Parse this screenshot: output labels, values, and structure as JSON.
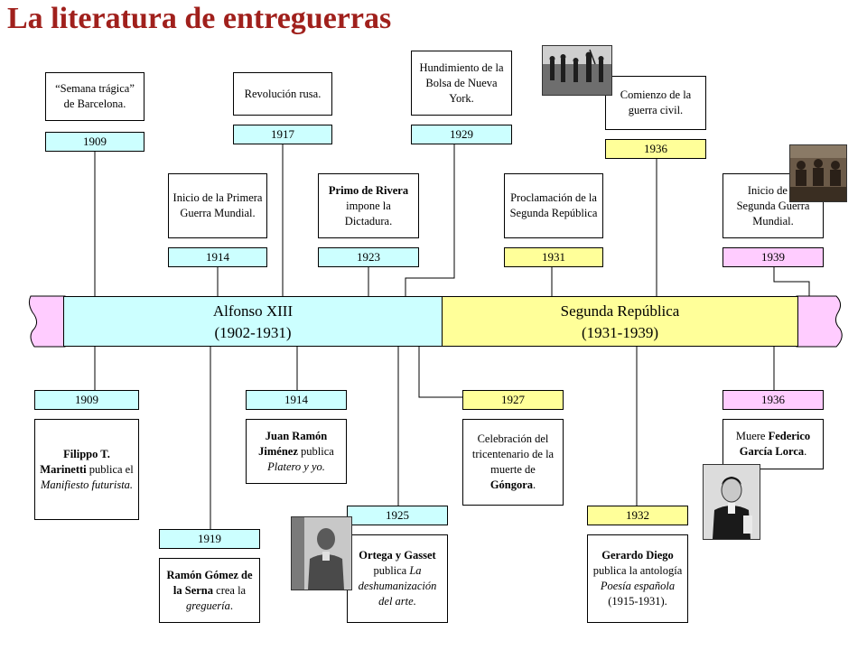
{
  "title": "La literatura de entreguerras",
  "eras": [
    {
      "name": "Alfonso XIII",
      "dates": "(1902-1931)"
    },
    {
      "name": "Segunda República",
      "dates": "(1931-1939)"
    }
  ],
  "history_events": {
    "e1909": {
      "year": "1909",
      "text": "“Semana trágica” de Barcelona."
    },
    "e1914": {
      "year": "1914",
      "text": "Inicio de la Primera Guerra Mundial."
    },
    "e1917": {
      "year": "1917",
      "text": "Revolución rusa."
    },
    "e1923": {
      "year": "1923",
      "bold": "Primo de Rivera",
      "rest": " impone la Dictadura."
    },
    "e1929": {
      "year": "1929",
      "text": "Hundimiento de la Bolsa de Nueva York."
    },
    "e1931": {
      "year": "1931",
      "text": "Proclamación de la Segunda República"
    },
    "e1936": {
      "year": "1936",
      "text": "Comienzo de la guerra civil."
    },
    "e1939": {
      "year": "1939",
      "text": "Inicio de la Segunda Guerra Mundial."
    }
  },
  "literary_events": {
    "l1909": {
      "year": "1909",
      "bold": "Filippo T. Marinetti",
      "mid": " publica el ",
      "ital": "Manifiesto futurista."
    },
    "l1919": {
      "year": "1919",
      "bold": "Ramón Gómez de la Serna",
      "mid": " crea la ",
      "ital": "greguería",
      "end": "."
    },
    "l1914": {
      "year": "1914",
      "bold": "Juan Ramón Jiménez",
      "mid": " publica ",
      "ital": "Platero y yo."
    },
    "l1925": {
      "year": "1925",
      "bold": "Ortega y Gasset",
      "mid": " publica ",
      "ital": "La deshumanización del arte."
    },
    "l1927": {
      "year": "1927",
      "pre": "Celebración del tricentenario de la muerte de ",
      "bold": "Góngora",
      "end": "."
    },
    "l1932": {
      "year": "1932",
      "bold": "Gerardo Diego",
      "mid": " publica la antología ",
      "ital": "Poesía española",
      "end": " (1915-1931)."
    },
    "l1936": {
      "year": "1936",
      "pre": "Muere ",
      "bold": "Federico García Lorca",
      "end": "."
    }
  },
  "colors": {
    "title": "#a0201c",
    "alfonso": "#ccffff",
    "republica": "#ffff99",
    "pink": "#ffccff"
  }
}
